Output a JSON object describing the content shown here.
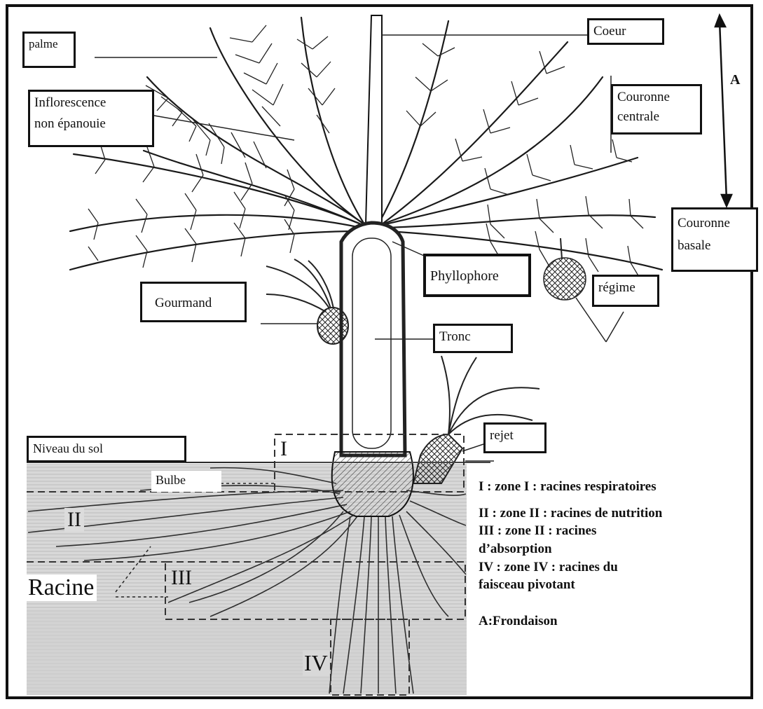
{
  "labels": {
    "palme": "palme",
    "coeur": "Coeur",
    "inflorescence_line1": "Inflorescence",
    "inflorescence_line2": "non épanouie",
    "couronne_centrale_line1": "Couronne",
    "couronne_centrale_line2": "centrale",
    "couronne_basale_line1": "Couronne",
    "couronne_basale_line2": "basale",
    "phyllophore": "Phyllophore",
    "regime": "régime",
    "gourmand": "Gourmand",
    "tronc": "Tronc",
    "rejet": "rejet",
    "niveau_du_sol": "Niveau du sol",
    "bulbe": "Bulbe",
    "racine": "Racine",
    "axis_a": "A"
  },
  "zones": {
    "zone_1": "I",
    "zone_2": "II",
    "zone_3": "III",
    "zone_4": "IV"
  },
  "legend": {
    "item_1": "I : zone I : racines respiratoires",
    "item_2": "II : zone II : racines de nutrition",
    "item_3_line1": "III : zone II : racines",
    "item_3_line2": "d’absorption",
    "item_4_line1": "IV : zone IV : racines du",
    "item_4_line2": "faisceau pivotant",
    "item_a": "A:Frondaison"
  },
  "colors": {
    "ink": "#111111",
    "soil": "#d9d9d9",
    "soil_dark": "#c4c4c4",
    "frame": "#111111"
  }
}
